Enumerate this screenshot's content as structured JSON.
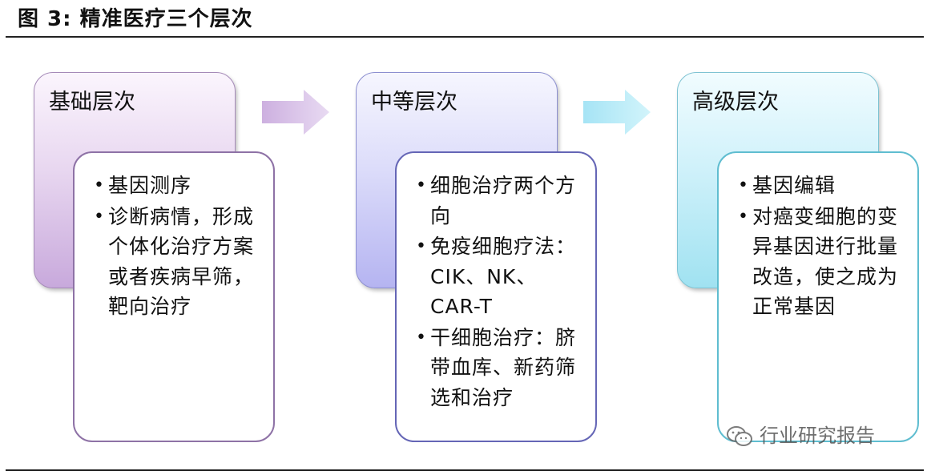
{
  "title": "图 3:  精准医疗三个层次",
  "stages": [
    {
      "title": "基础层次",
      "bullets": [
        "基因测序",
        "诊断病情，形成个体化治疗方案或者疾病早筛，靶向治疗"
      ]
    },
    {
      "title": "中等层次",
      "bullets": [
        "细胞治疗两个方向",
        "免疫细胞疗法：CIK、NK、CAR-T",
        "干细胞治疗：脐带血库、新药筛选和治疗"
      ]
    },
    {
      "title": "高级层次",
      "bullets": [
        "基因编辑",
        "对癌变细胞的变异基因进行批量改造，使之成为正常基因"
      ]
    }
  ],
  "bullet_symbol": "•",
  "watermark": "行业研究报告",
  "watermark_icon": "wechat-icon",
  "colors": {
    "stage1": "#c8a9dc",
    "stage2": "#b5b4f1",
    "stage3": "#a0e2f1",
    "arrow1": "#d9c3ea",
    "arrow2": "#b8ecf8"
  }
}
